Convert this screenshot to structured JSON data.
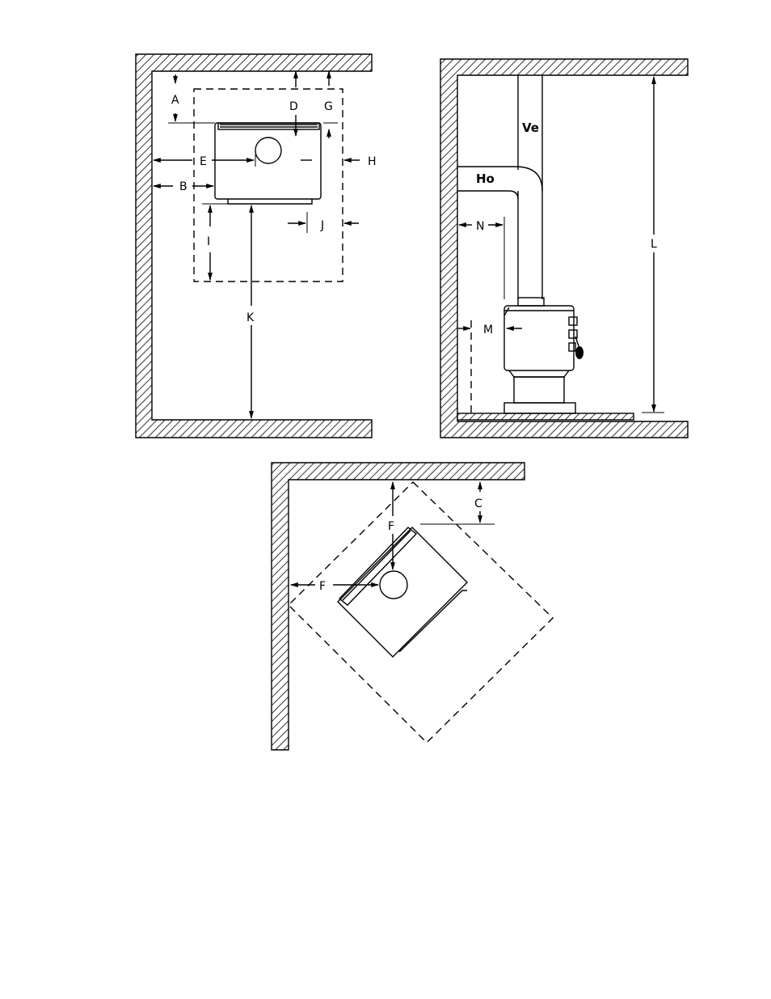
{
  "top_view": {
    "labels": {
      "a": "A",
      "b": "B",
      "d": "D",
      "e": "E",
      "g": "G",
      "h": "H",
      "i": "I",
      "j": "J",
      "k": "K"
    }
  },
  "side_view": {
    "labels": {
      "ve": "Ve",
      "ho": "Ho",
      "n": "N",
      "m": "M",
      "l": "L"
    }
  },
  "corner_view": {
    "labels": {
      "c": "C",
      "f_vertical": "F",
      "f_horizontal": "F"
    }
  }
}
